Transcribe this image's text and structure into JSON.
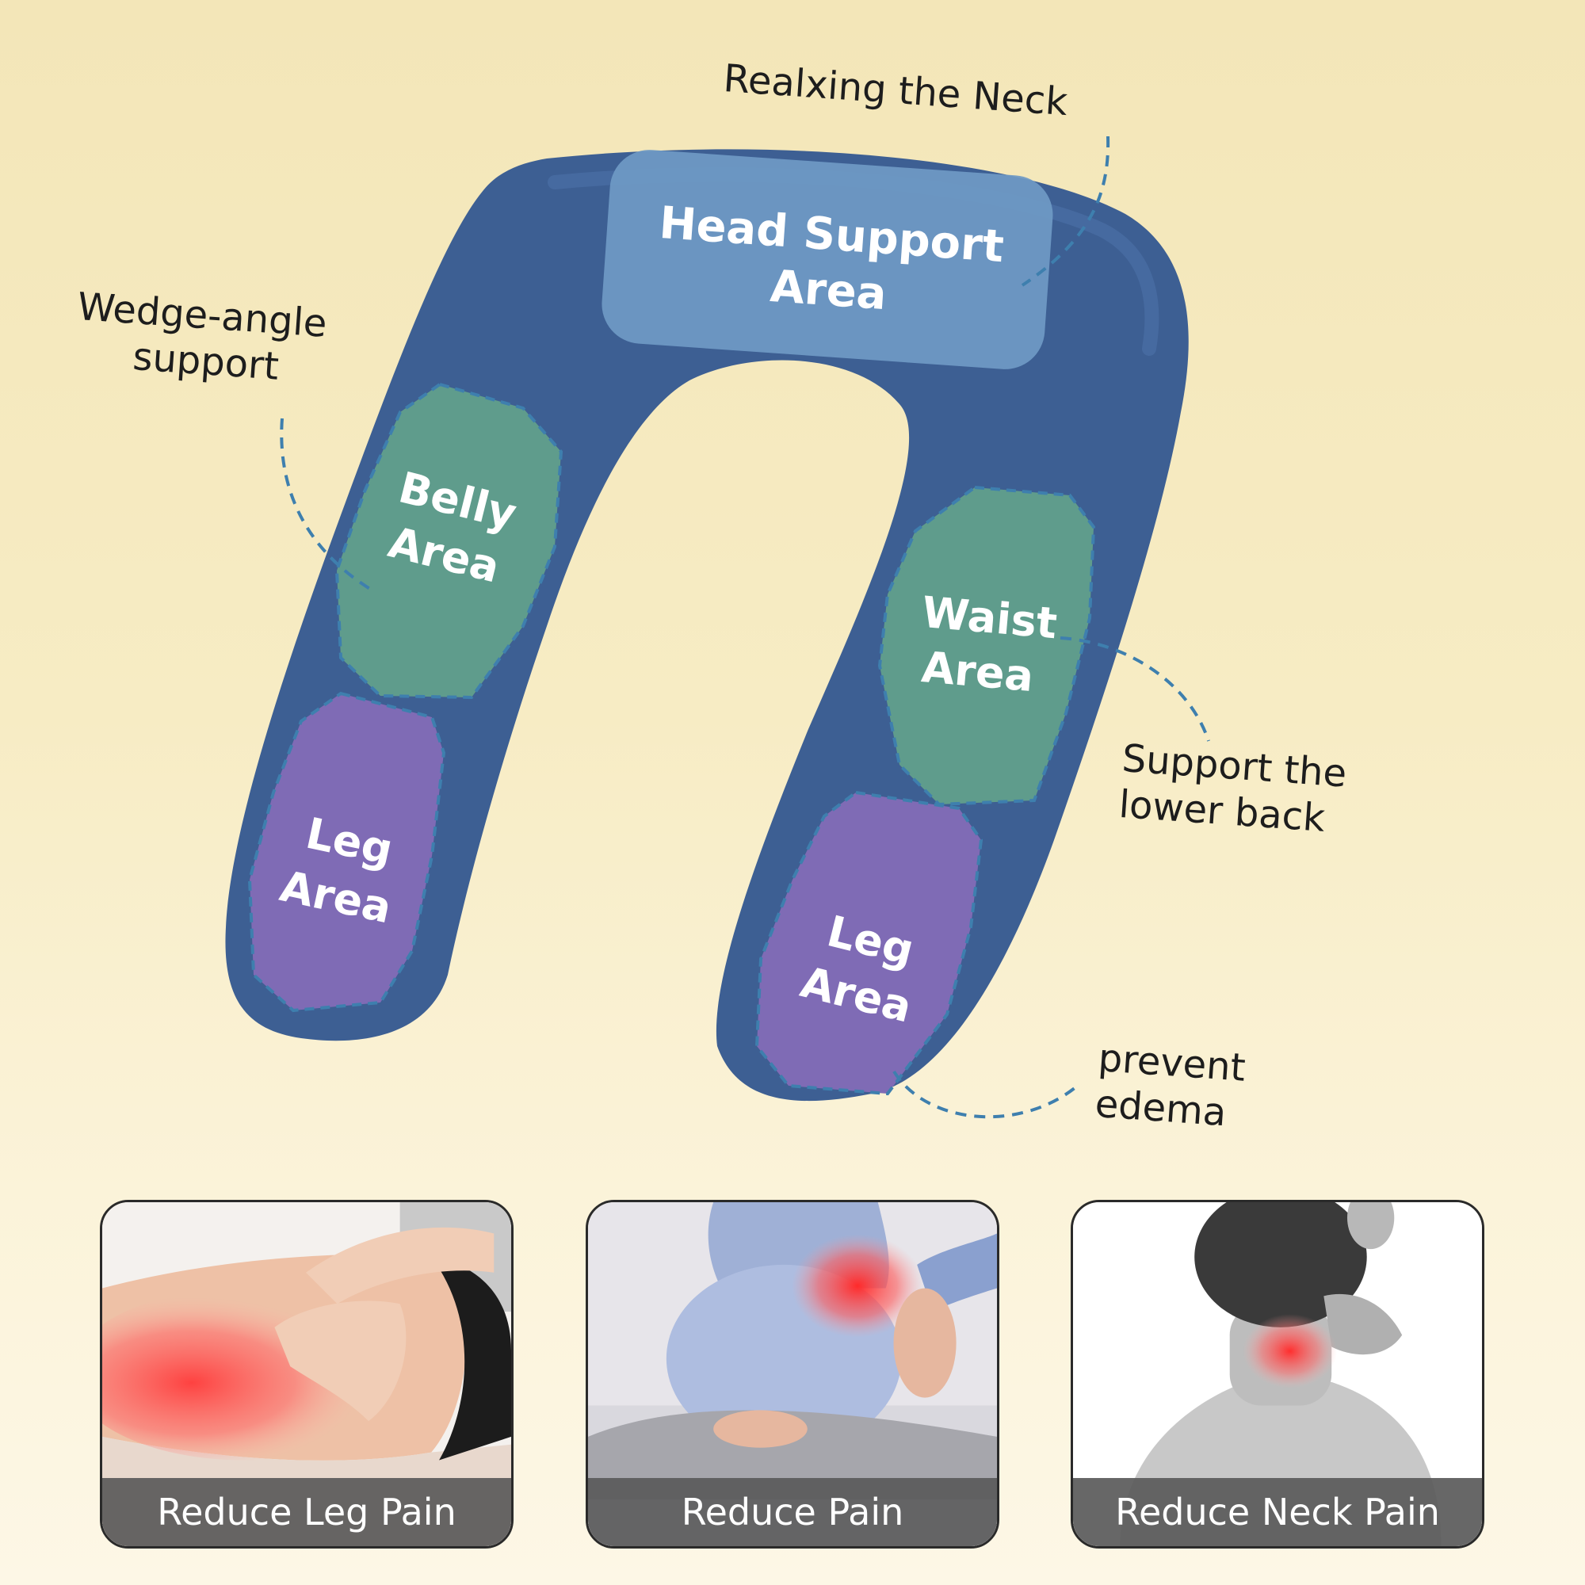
{
  "zones": {
    "head_line1": "Head Support",
    "head_line2": "Area",
    "belly_line1": "Belly",
    "belly_line2": "Area",
    "waist_line1": "Waist",
    "waist_line2": "Area",
    "leg_left_line1": "Leg",
    "leg_left_line2": "Area",
    "leg_right_line1": "Leg",
    "leg_right_line2": "Area"
  },
  "callouts": {
    "neck": "Realxing the Neck",
    "wedge_line1": "Wedge-angle",
    "wedge_line2": "support",
    "lower_back_line1": "Support the",
    "lower_back_line2": "lower back",
    "edema_line1": "prevent",
    "edema_line2": "edema"
  },
  "panels": [
    {
      "label": "Reduce Leg Pain"
    },
    {
      "label": "Reduce Pain"
    },
    {
      "label": "Reduce Neck Pain"
    }
  ],
  "colors": {
    "pillow": "#3d5f93",
    "head_zone": "#6f9ac4",
    "belly_waist_zone": "#5f9c8c",
    "leg_zone": "#7f6bb5",
    "dashed_line": "#3e7fae",
    "pain_highlight": "#ff3b3b"
  }
}
